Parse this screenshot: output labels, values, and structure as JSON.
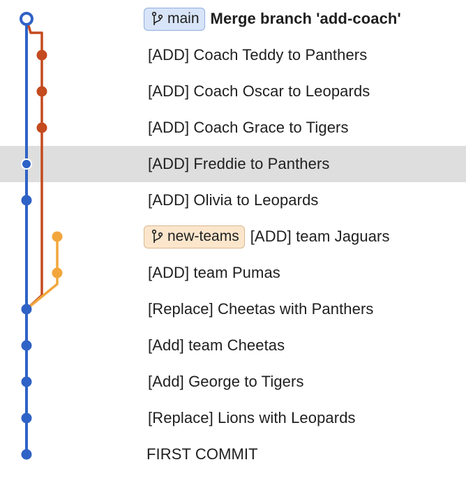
{
  "colors": {
    "main_lane": "#2f62c6",
    "coach_lane": "#c44a1f",
    "teams_lane": "#f2a63c",
    "selected_row_bg": "#dedede"
  },
  "commits": [
    {
      "message": "Merge branch 'add-coach'",
      "lane": "main",
      "ref": {
        "name": "main",
        "icon": "branch-icon",
        "style": "blue"
      },
      "head": true,
      "bold": true
    },
    {
      "message": "[ADD] Coach Teddy to Panthers",
      "lane": "coach"
    },
    {
      "message": "[ADD] Coach Oscar to Leopards",
      "lane": "coach"
    },
    {
      "message": "[ADD] Coach Grace to Tigers",
      "lane": "coach"
    },
    {
      "message": "[ADD] Freddie to Panthers",
      "lane": "main",
      "selected": true
    },
    {
      "message": "[ADD] Olivia to Leopards",
      "lane": "main"
    },
    {
      "message": "[ADD] team Jaguars",
      "lane": "teams",
      "ref": {
        "name": "new-teams",
        "icon": "branch-icon",
        "style": "orange"
      }
    },
    {
      "message": "[ADD] team Pumas",
      "lane": "teams"
    },
    {
      "message": "[Replace] Cheetas with Panthers",
      "lane": "main"
    },
    {
      "message": "[Add] team Cheetas",
      "lane": "main"
    },
    {
      "message": "[Add] George to Tigers",
      "lane": "main"
    },
    {
      "message": "[Replace] Lions with Leopards",
      "lane": "main"
    },
    {
      "message": "FIRST COMMIT",
      "lane": "main",
      "inset": "less"
    }
  ]
}
